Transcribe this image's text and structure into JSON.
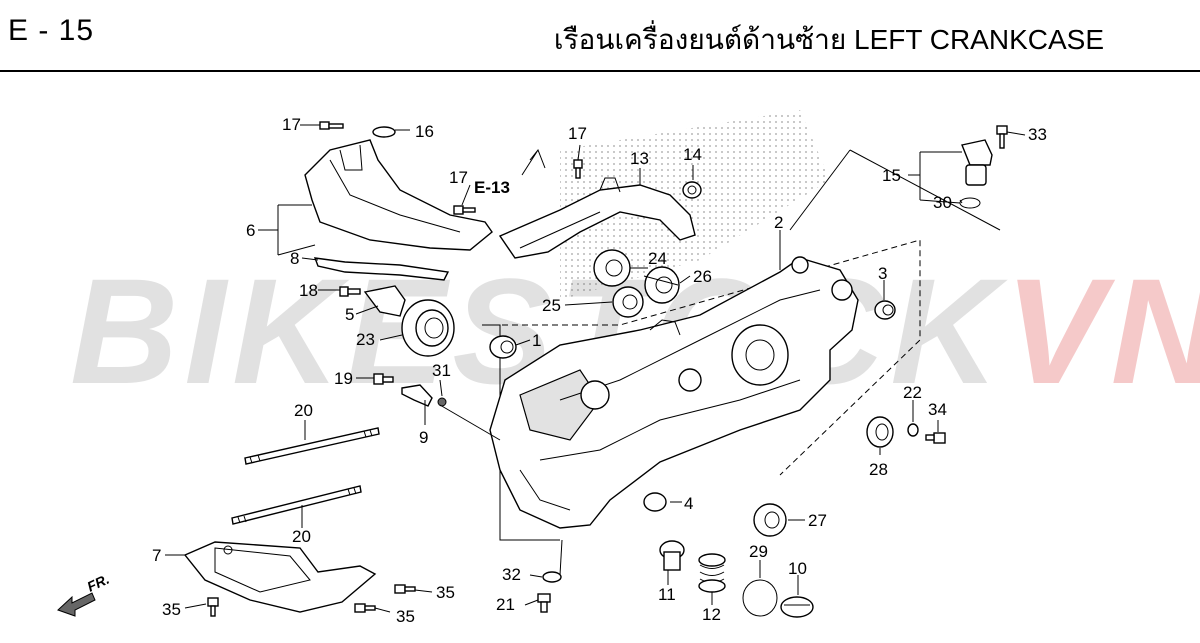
{
  "header": {
    "page_code": "E - 15",
    "title": "เรือนเครื่องยนต์ด้านซ้าย  LEFT CRANKCASE"
  },
  "watermark": {
    "part_a": "BIKESTOCK",
    "part_b": "VN"
  },
  "reference_label": "E-13",
  "direction_label": "FR.",
  "callouts": {
    "c1": "1",
    "c2": "2",
    "c3": "3",
    "c4": "4",
    "c5": "5",
    "c6": "6",
    "c7": "7",
    "c8": "8",
    "c9": "9",
    "c10": "10",
    "c11": "11",
    "c12": "12",
    "c13": "13",
    "c14": "14",
    "c15": "15",
    "c16": "16",
    "c17a": "17",
    "c17b": "17",
    "c17c": "17",
    "c18": "18",
    "c19": "19",
    "c20a": "20",
    "c20b": "20",
    "c21": "21",
    "c22": "22",
    "c23": "23",
    "c24": "24",
    "c25": "25",
    "c26": "26",
    "c27": "27",
    "c28": "28",
    "c29": "29",
    "c30": "30",
    "c31": "31",
    "c32": "32",
    "c33": "33",
    "c34": "34",
    "c35a": "35",
    "c35b": "35",
    "c35c": "35"
  }
}
